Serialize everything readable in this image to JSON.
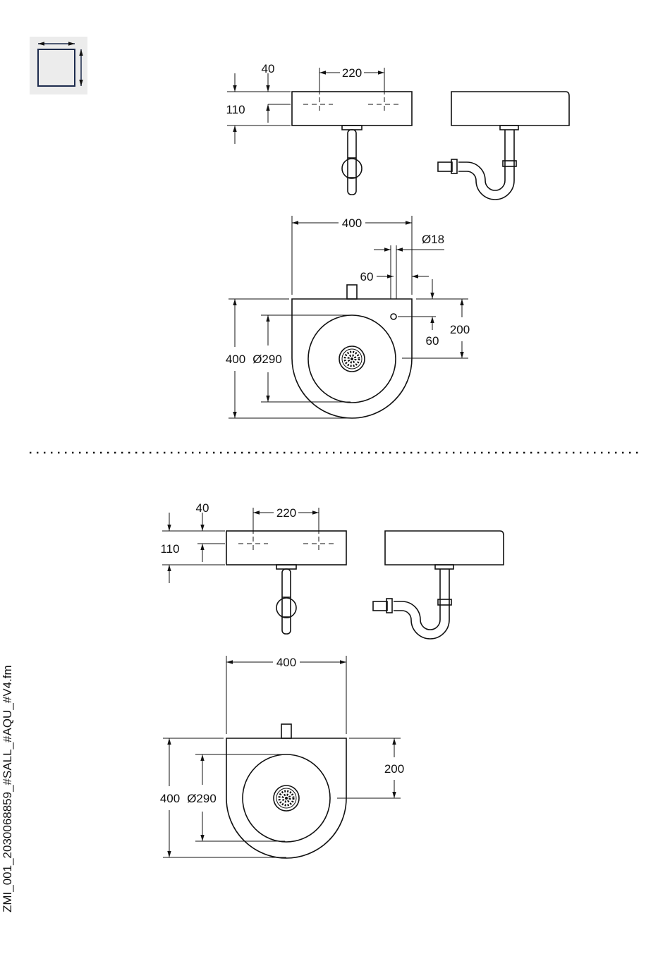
{
  "icon": {
    "name": "dimension-frame-icon",
    "bg_color": "#ececec",
    "stroke_color": "#1d2b4d"
  },
  "top": {
    "side": {
      "d_top": "40",
      "d_height": "110",
      "d_holes": "220"
    },
    "plan": {
      "d_width": "400",
      "d_hole_dia": "Ø18",
      "d_offset_x": "60",
      "d_offset_y": "60",
      "d_half": "200",
      "d_depth": "400",
      "d_bowl": "Ø290"
    }
  },
  "bottom": {
    "side": {
      "d_top": "40",
      "d_height": "110",
      "d_holes": "220"
    },
    "plan": {
      "d_width": "400",
      "d_half": "200",
      "d_depth": "400",
      "d_bowl": "Ø290"
    }
  },
  "footer": {
    "file_ref": "ZMI_001_2030068859_#SALL_#AQU_#V4.fm"
  }
}
